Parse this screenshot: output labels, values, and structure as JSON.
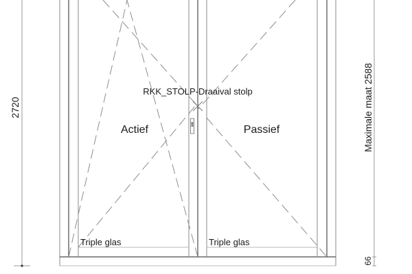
{
  "drawing": {
    "title": "RKK_STOLP-Draaival stolp",
    "left_leaf_label": "Actief",
    "right_leaf_label": "Passief",
    "left_glass_label": "Triple glas",
    "right_glass_label": "Triple glas",
    "height_dimension": "2720",
    "max_dimension_label": "Maximale maat 2588",
    "bottom_dimension": "66",
    "line_color": "#8a8a8a",
    "text_color": "#1a1a1a"
  }
}
